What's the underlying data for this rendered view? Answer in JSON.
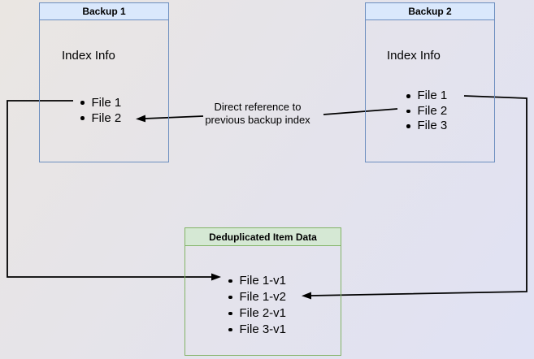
{
  "diagram": {
    "boxes": [
      {
        "title": "Backup 1",
        "heading": "Index Info",
        "items": [
          "File 1",
          "File 2"
        ]
      },
      {
        "title": "Backup 2",
        "heading": "Index Info",
        "items": [
          "File 1",
          "File 2",
          "File 3"
        ]
      },
      {
        "title": "Deduplicated Item Data",
        "items": [
          "File 1-v1",
          "File 1-v2",
          "File 2-v1",
          "File 3-v1"
        ]
      }
    ],
    "edge_label": {
      "line1": "Direct reference to",
      "line2": "previous backup index"
    }
  },
  "colors": {
    "blue_header": "#dae8fc",
    "blue_border": "#6c8ebf",
    "green_header": "#d5e8d4",
    "green_border": "#82b366",
    "arrow": "#000000",
    "bg_from": "#eae6e2",
    "bg_to": "#e0e2f4"
  }
}
